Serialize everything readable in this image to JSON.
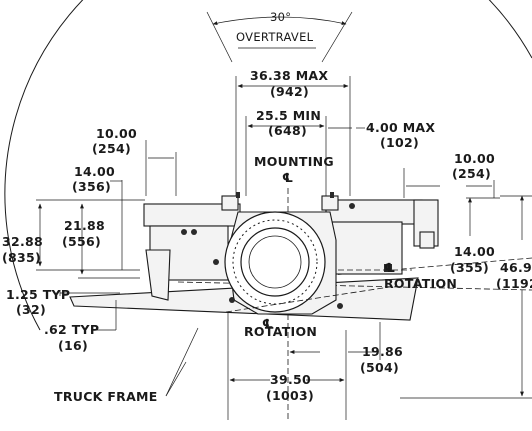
{
  "labels": {
    "overtravel_angle": "30°",
    "overtravel": "OVERTRAVEL",
    "dim_36_38_in": "36.38 MAX",
    "dim_36_38_mm": "(942)",
    "dim_25_5_in": "25.5 MIN",
    "dim_25_5_mm": "(648)",
    "dim_4_00_in": "4.00 MAX",
    "dim_4_00_mm": "(102)",
    "dim_10_00_left_in": "10.00",
    "dim_10_00_left_mm": "(254)",
    "dim_14_00_left_in": "14.00",
    "dim_14_00_left_mm": "(356)",
    "dim_10_00_right_in": "10.00",
    "dim_10_00_right_mm": "(254)",
    "mounting": "MOUNTING",
    "centerline_symbol": "℄",
    "dim_21_88_in": "21.88",
    "dim_21_88_mm": "(556)",
    "dim_32_88_in": "32.88",
    "dim_32_88_mm": "(835)",
    "dim_14_00_right_in": "14.00",
    "dim_14_00_right_mm": "(355)",
    "dim_46_9_in": "46.9",
    "dim_46_9_mm": "(1192",
    "rotation_right": "ROTATION",
    "rotation_bottom": "ROTATION",
    "dim_1_25_in": "1.25 TYP",
    "dim_1_25_mm": "(32)",
    "dim_62_in": ".62 TYP",
    "dim_62_mm": "(16)",
    "truck_frame": "TRUCK FRAME",
    "dim_19_86_in": "19.86",
    "dim_19_86_mm": "(504)",
    "dim_39_50_in": "39.50",
    "dim_39_50_mm": "(1003)"
  }
}
